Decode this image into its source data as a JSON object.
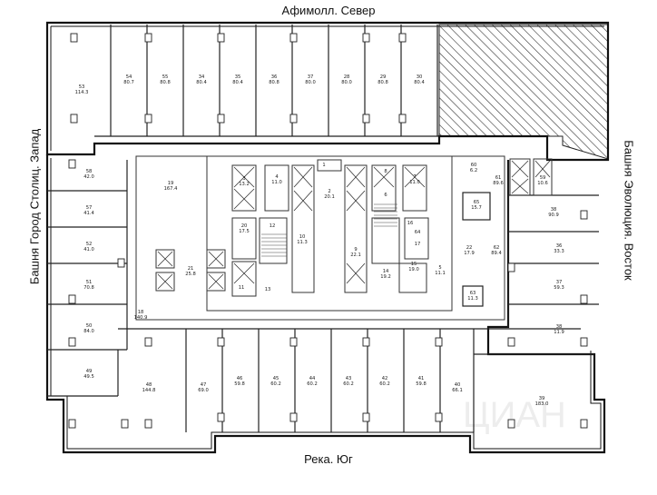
{
  "orientation": {
    "north": "Афимолл. Север",
    "south": "Река. Юг",
    "west": "Башня Город Столиц. Запад",
    "east": "Башня Эволюция. Восток"
  },
  "rooms": [
    {
      "id": "r53",
      "num": "53",
      "area": "114.3"
    },
    {
      "id": "r54",
      "num": "54",
      "area": "80.7"
    },
    {
      "id": "r55",
      "num": "55",
      "area": "80.8"
    },
    {
      "id": "r34",
      "num": "34",
      "area": "80.4"
    },
    {
      "id": "r35",
      "num": "35",
      "area": "80.4"
    },
    {
      "id": "r36",
      "num": "36",
      "area": "80.8"
    },
    {
      "id": "r37",
      "num": "37",
      "area": "80.0"
    },
    {
      "id": "r28",
      "num": "28",
      "area": "80.0"
    },
    {
      "id": "r29",
      "num": "29",
      "area": "80.8"
    },
    {
      "id": "r30",
      "num": "30",
      "area": "80.4"
    },
    {
      "id": "r58",
      "num": "58",
      "area": "42.0"
    },
    {
      "id": "r57",
      "num": "57",
      "area": "41.4"
    },
    {
      "id": "r52",
      "num": "52",
      "area": "41.0"
    },
    {
      "id": "r51",
      "num": "51",
      "area": "70.8"
    },
    {
      "id": "r50",
      "num": "50",
      "area": "84.0"
    },
    {
      "id": "r49",
      "num": "49",
      "area": "49.5"
    },
    {
      "id": "r19",
      "num": "19",
      "area": "167.4"
    },
    {
      "id": "r3",
      "num": "3",
      "area": "13.2"
    },
    {
      "id": "r4",
      "num": "4",
      "area": "11.0"
    },
    {
      "id": "r20",
      "num": "20",
      "area": "17.5"
    },
    {
      "id": "r12",
      "num": "12",
      "area": ""
    },
    {
      "id": "r2",
      "num": "2",
      "area": "20.1"
    },
    {
      "id": "r10",
      "num": "10",
      "area": "11.3"
    },
    {
      "id": "r21",
      "num": "21",
      "area": "25.8"
    },
    {
      "id": "r11",
      "num": "11",
      "area": ""
    },
    {
      "id": "r13",
      "num": "13",
      "area": ""
    },
    {
      "id": "r1",
      "num": "1",
      "area": ""
    },
    {
      "id": "r9",
      "num": "9",
      "area": "22.1"
    },
    {
      "id": "r14",
      "num": "14",
      "area": "19.2"
    },
    {
      "id": "r8",
      "num": "8",
      "area": ""
    },
    {
      "id": "r7",
      "num": "7",
      "area": "11.0"
    },
    {
      "id": "r6",
      "num": "6",
      "area": ""
    },
    {
      "id": "r16",
      "num": "16",
      "area": ""
    },
    {
      "id": "r64",
      "num": "64",
      "area": ""
    },
    {
      "id": "r17",
      "num": "17",
      "area": ""
    },
    {
      "id": "r15",
      "num": "15",
      "area": "19.0"
    },
    {
      "id": "r5",
      "num": "5",
      "area": "11.1"
    },
    {
      "id": "r60",
      "num": "60",
      "area": "6.2"
    },
    {
      "id": "r61",
      "num": "61",
      "area": "89.6"
    },
    {
      "id": "r59",
      "num": "59",
      "area": "10.6"
    },
    {
      "id": "r65",
      "num": "65",
      "area": "15.7"
    },
    {
      "id": "r22",
      "num": "22",
      "area": "17.9"
    },
    {
      "id": "r62",
      "num": "62",
      "area": "89.4"
    },
    {
      "id": "r63",
      "num": "63",
      "area": "11.3"
    },
    {
      "id": "r38",
      "num": "38",
      "area": "90.9"
    },
    {
      "id": "r36b",
      "num": "36",
      "area": "33.3"
    },
    {
      "id": "r37b",
      "num": "37",
      "area": "59.3"
    },
    {
      "id": "r38b",
      "num": "38",
      "area": "11.9"
    },
    {
      "id": "r18",
      "num": "18",
      "area": "140.9"
    },
    {
      "id": "r48",
      "num": "48",
      "area": "144.8"
    },
    {
      "id": "r47",
      "num": "47",
      "area": "69.0"
    },
    {
      "id": "r46",
      "num": "46",
      "area": "59.8"
    },
    {
      "id": "r45",
      "num": "45",
      "area": "60.2"
    },
    {
      "id": "r44",
      "num": "44",
      "area": "60.2"
    },
    {
      "id": "r43",
      "num": "43",
      "area": "60.2"
    },
    {
      "id": "r42",
      "num": "42",
      "area": "60.2"
    },
    {
      "id": "r41",
      "num": "41",
      "area": "59.8"
    },
    {
      "id": "r40",
      "num": "40",
      "area": "66.1"
    },
    {
      "id": "r39",
      "num": "39",
      "area": "183.0"
    }
  ],
  "watermark": "ЦИАН",
  "colors": {
    "line": "#1a1a1a",
    "thin": "#555555",
    "hatch": "#333333",
    "background": "#ffffff"
  }
}
